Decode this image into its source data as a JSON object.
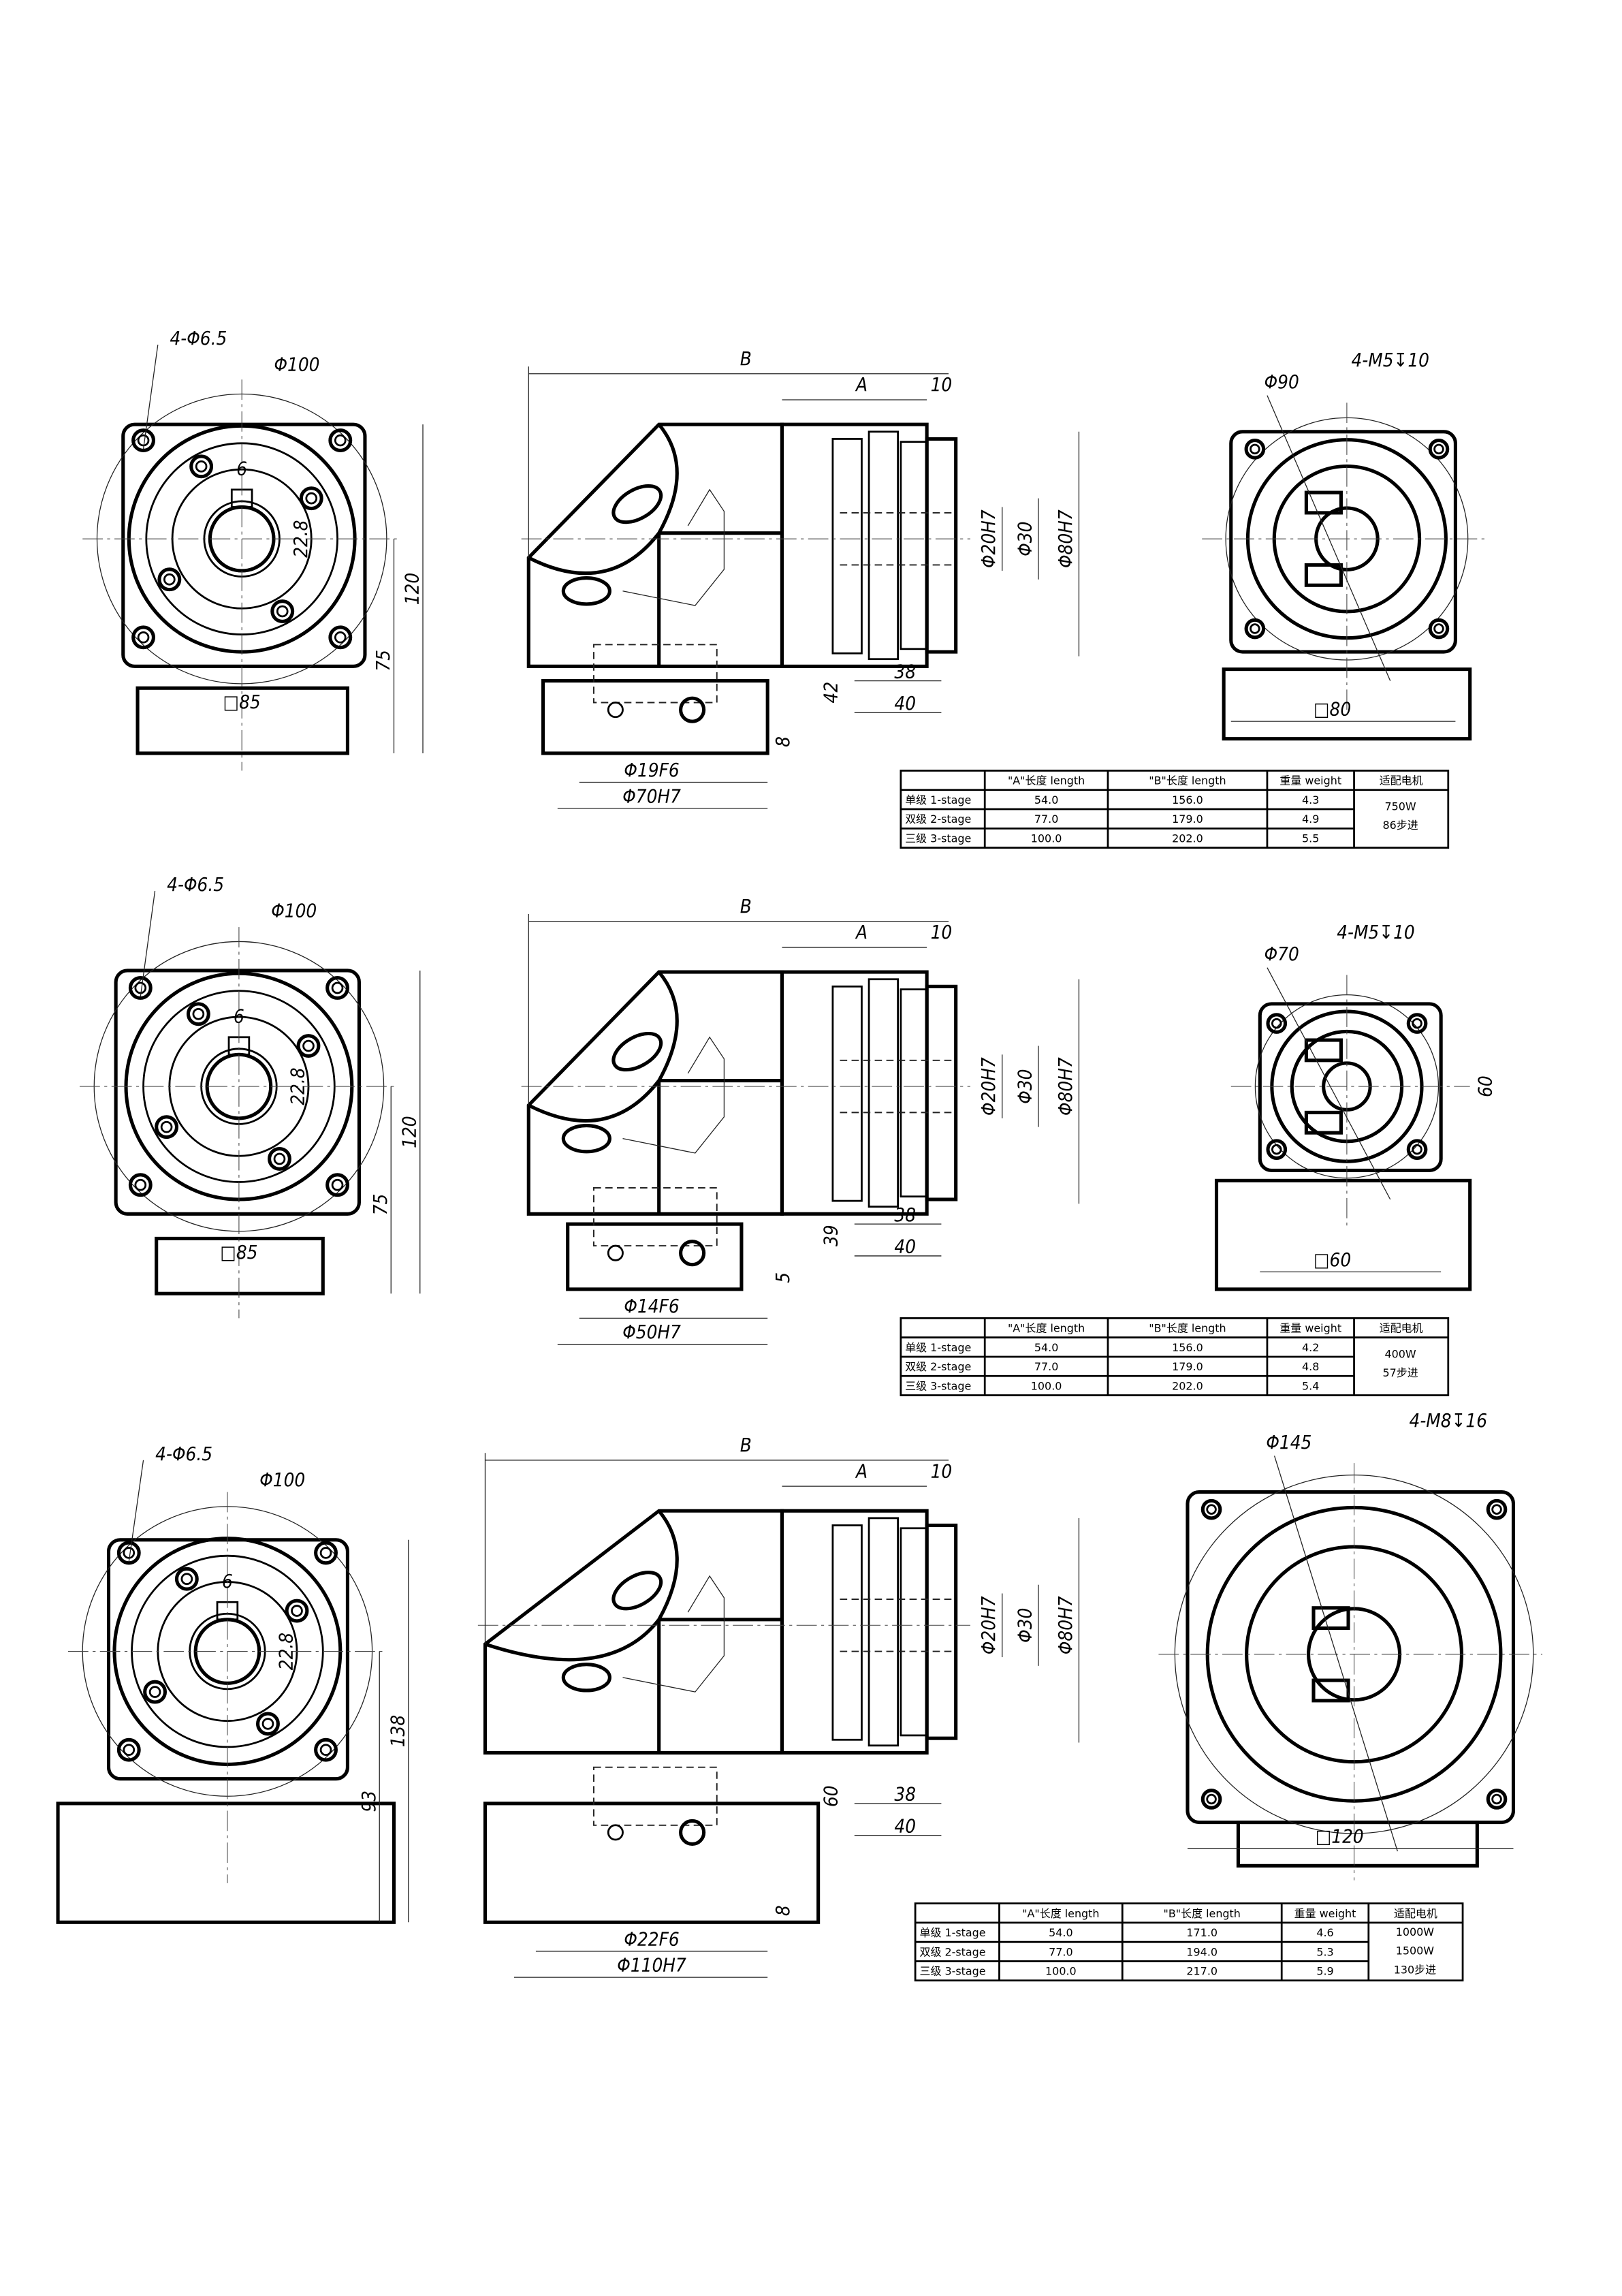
{
  "rows": [
    {
      "front": {
        "holes": "4-Φ6.5",
        "pcd": "Φ100",
        "key_width": "6",
        "key_height": "22.8",
        "height": "120",
        "center_height": "75",
        "square": "□85"
      },
      "side": {
        "B": "B",
        "A": "A",
        "flange_len": "10",
        "bore": "Φ20H7",
        "spigot": "Φ30",
        "pilot": "Φ80H7",
        "d38": "38",
        "d40": "40",
        "base_h": "42",
        "base_t": "8",
        "shaft": "Φ19F6",
        "base_pilot": "Φ70H7"
      },
      "rear": {
        "pcd": "Φ90",
        "threads": "4-M5↧10",
        "square": "□80"
      },
      "table": {
        "headers": [
          "",
          "\"A\"长度 length",
          "\"B\"长度  length",
          "重量 weight",
          "适配电机"
        ],
        "rows": [
          [
            "单级 1-stage",
            "54.0",
            "156.0",
            "4.3"
          ],
          [
            "双级 2-stage",
            "77.0",
            "179.0",
            "4.9"
          ],
          [
            "三级 3-stage",
            "100.0",
            "202.0",
            "5.5"
          ]
        ],
        "motor": [
          "750W",
          "86步进"
        ]
      }
    },
    {
      "front": {
        "holes": "4-Φ6.5",
        "pcd": "Φ100",
        "key_width": "6",
        "key_height": "22.8",
        "height": "120",
        "center_height": "75",
        "square": "□85"
      },
      "side": {
        "B": "B",
        "A": "A",
        "flange_len": "10",
        "bore": "Φ20H7",
        "spigot": "Φ30",
        "pilot": "Φ80H7",
        "d38": "38",
        "d40": "40",
        "base_h": "39",
        "base_t": "5",
        "shaft": "Φ14F6",
        "base_pilot": "Φ50H7"
      },
      "rear": {
        "pcd": "Φ70",
        "threads": "4-M5↧10",
        "square": "□60",
        "height": "60"
      },
      "table": {
        "headers": [
          "",
          "\"A\"长度 length",
          "\"B\"长度  length",
          "重量 weight",
          "适配电机"
        ],
        "rows": [
          [
            "单级 1-stage",
            "54.0",
            "156.0",
            "4.2"
          ],
          [
            "双级 2-stage",
            "77.0",
            "179.0",
            "4.8"
          ],
          [
            "三级 3-stage",
            "100.0",
            "202.0",
            "5.4"
          ]
        ],
        "motor": [
          "400W",
          "57步进"
        ]
      }
    },
    {
      "front": {
        "holes": "4-Φ6.5",
        "pcd": "Φ100",
        "key_width": "6",
        "key_height": "22.8",
        "height": "138",
        "center_height": "93"
      },
      "side": {
        "B": "B",
        "A": "A",
        "flange_len": "10",
        "bore": "Φ20H7",
        "spigot": "Φ30",
        "pilot": "Φ80H7",
        "d38": "38",
        "d40": "40",
        "base_h": "60",
        "base_t": "8",
        "shaft": "Φ22F6",
        "base_pilot": "Φ110H7"
      },
      "rear": {
        "pcd": "Φ145",
        "threads": "4-M8↧16",
        "square": "□120"
      },
      "table": {
        "headers": [
          "",
          "\"A\"长度 length",
          "\"B\"长度  length",
          "重量 weight",
          "适配电机"
        ],
        "rows": [
          [
            "单级 1-stage",
            "54.0",
            "171.0",
            "4.6"
          ],
          [
            "双级 2-stage",
            "77.0",
            "194.0",
            "5.3"
          ],
          [
            "三级 3-stage",
            "100.0",
            "217.0",
            "5.9"
          ]
        ],
        "motor": [
          "1000W",
          "1500W",
          "130步进"
        ]
      }
    }
  ]
}
